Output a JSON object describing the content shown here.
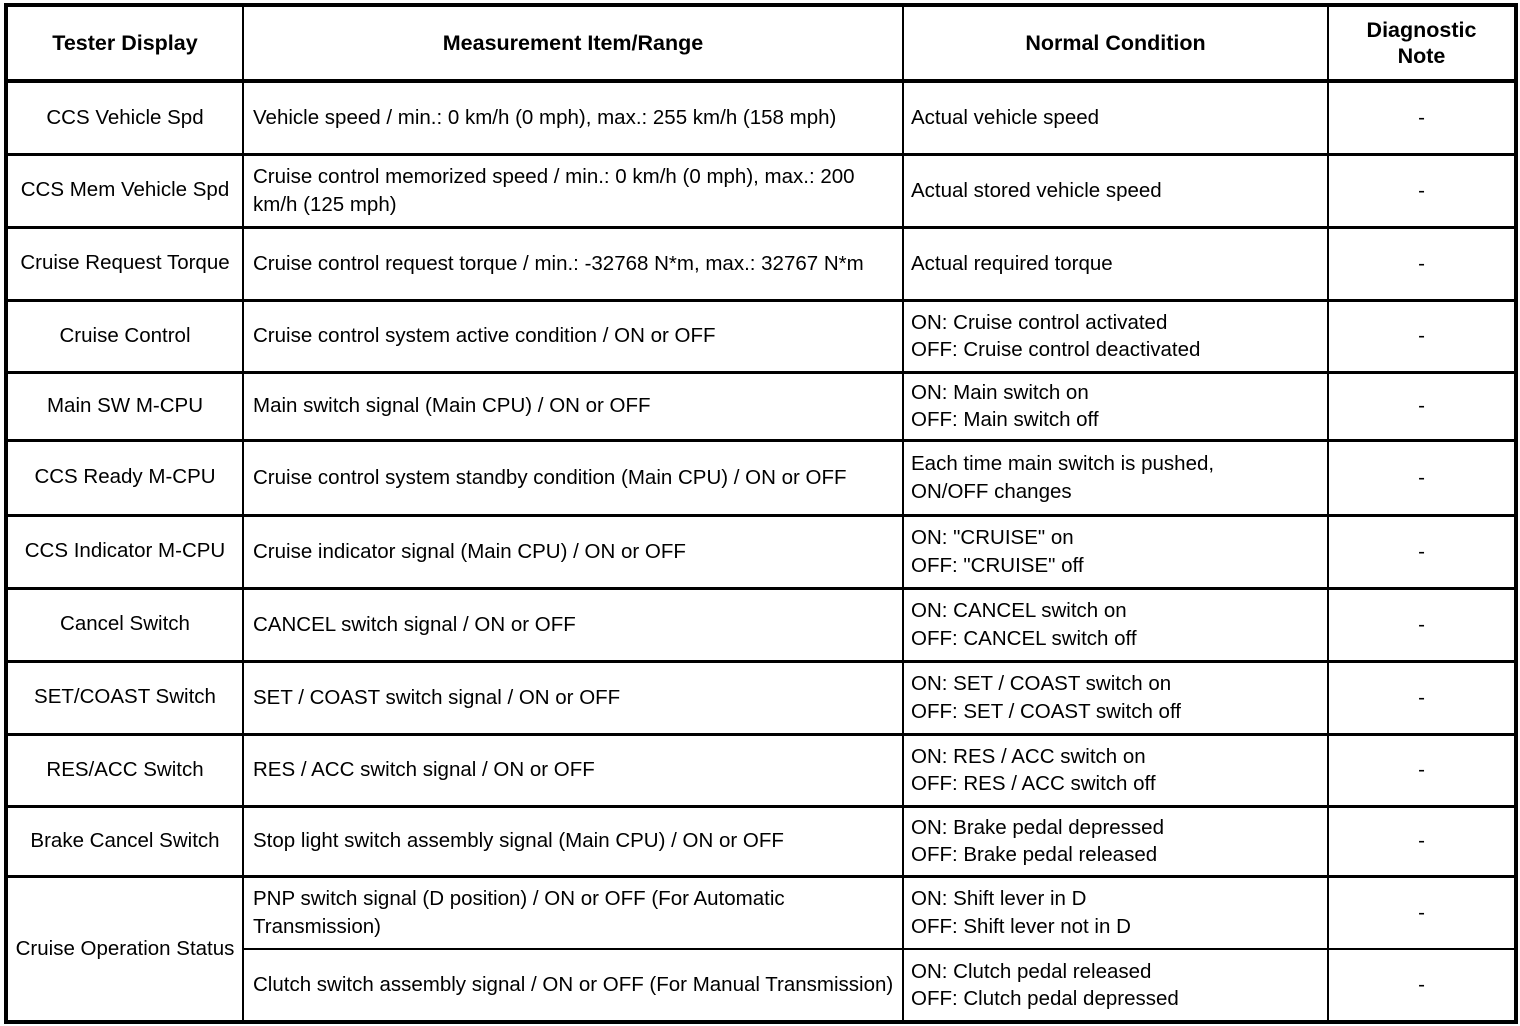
{
  "table": {
    "headers": [
      {
        "label": "Tester Display"
      },
      {
        "label": "Measurement Item/Range"
      },
      {
        "label": "Normal Condition"
      },
      {
        "label": "Diagnostic Note"
      }
    ],
    "header_note_line1": "Diagnostic",
    "header_note_line2": "Note",
    "rows": [
      {
        "tester": "CCS Vehicle Spd",
        "measurement": "Vehicle speed / min.: 0 km/h (0 mph), max.: 255 km/h (158 mph)",
        "normal_line1": "Actual vehicle speed",
        "normal_line2": "",
        "note": "-"
      },
      {
        "tester": "CCS Mem Vehicle Spd",
        "measurement": "Cruise control memorized speed / min.: 0 km/h (0 mph), max.: 200 km/h (125 mph)",
        "normal_line1": "Actual stored vehicle speed",
        "normal_line2": "",
        "note": "-"
      },
      {
        "tester": "Cruise Request Torque",
        "measurement": "Cruise control request torque / min.: -32768 N*m, max.: 32767 N*m",
        "normal_line1": "Actual required torque",
        "normal_line2": "",
        "note": "-"
      },
      {
        "tester": "Cruise Control",
        "measurement": "Cruise control system active condition / ON or OFF",
        "normal_line1": "ON: Cruise control activated",
        "normal_line2": "OFF: Cruise control deactivated",
        "note": "-"
      },
      {
        "tester": "Main SW M-CPU",
        "measurement": "Main switch signal (Main CPU) / ON or OFF",
        "normal_line1": "ON: Main switch on",
        "normal_line2": "OFF: Main switch off",
        "note": "-"
      },
      {
        "tester": "CCS Ready M-CPU",
        "measurement": "Cruise control system standby condition (Main CPU) / ON or OFF",
        "normal_line1": "Each time main switch is pushed,",
        "normal_line2": "ON/OFF changes",
        "note": "-"
      },
      {
        "tester": "CCS Indicator M-CPU",
        "measurement": "Cruise indicator signal (Main CPU) / ON or OFF",
        "normal_line1": "ON: \"CRUISE\" on",
        "normal_line2": "OFF: \"CRUISE\" off",
        "note": "-"
      },
      {
        "tester": "Cancel Switch",
        "measurement": "CANCEL switch signal / ON or OFF",
        "normal_line1": "ON: CANCEL switch on",
        "normal_line2": "OFF: CANCEL switch off",
        "note": "-"
      },
      {
        "tester": "SET/COAST Switch",
        "measurement": "SET / COAST switch signal / ON or OFF",
        "normal_line1": "ON: SET / COAST switch on",
        "normal_line2": "OFF: SET / COAST switch off",
        "note": "-"
      },
      {
        "tester": "RES/ACC Switch",
        "measurement": "RES / ACC switch signal / ON or OFF",
        "normal_line1": "ON: RES / ACC switch on",
        "normal_line2": "OFF: RES / ACC switch off",
        "note": "-"
      },
      {
        "tester": "Brake Cancel Switch",
        "measurement": "Stop light switch assembly signal (Main CPU) / ON or OFF",
        "normal_line1": "ON: Brake pedal depressed",
        "normal_line2": "OFF: Brake pedal released",
        "note": "-"
      },
      {
        "tester": "Cruise Operation Status",
        "measurement": "PNP switch signal (D position) / ON or OFF (For Automatic Transmission)",
        "normal_line1": "ON: Shift lever in D",
        "normal_line2": "OFF: Shift lever not in D",
        "note": "-"
      },
      {
        "tester": "",
        "measurement": "Clutch switch assembly signal / ON or OFF (For Manual Transmission)",
        "normal_line1": "ON: Clutch pedal released",
        "normal_line2": "OFF: Clutch pedal depressed",
        "note": "-"
      }
    ]
  }
}
